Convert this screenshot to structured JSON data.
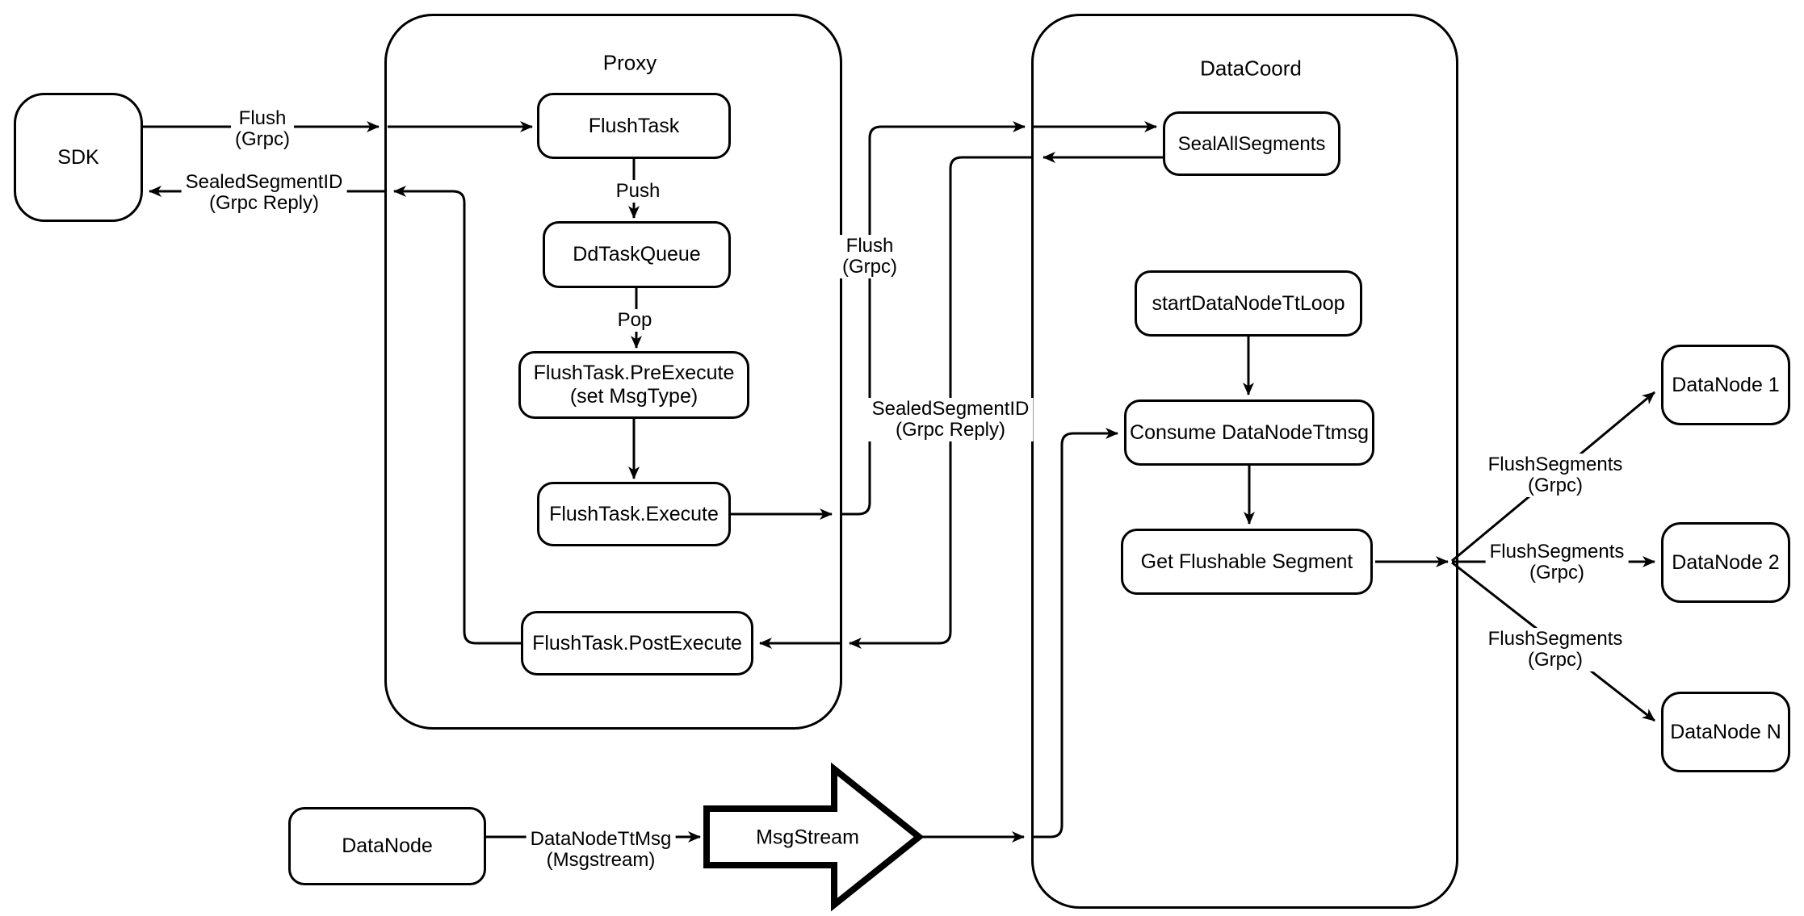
{
  "containers": {
    "proxy": "Proxy",
    "datacoord": "DataCoord"
  },
  "nodes": {
    "sdk": "SDK",
    "flush_task": "FlushTask",
    "dd_task_queue": "DdTaskQueue",
    "pre_execute_line1": "FlushTask.PreExecute",
    "pre_execute_line2": "(set MsgType)",
    "execute": "FlushTask.Execute",
    "post_execute": "FlushTask.PostExecute",
    "seal_all_segments": "SealAllSegments",
    "start_datanode_tt_loop": "startDataNodeTtLoop",
    "consume_datanode_ttmsg": "Consume DataNodeTtmsg",
    "get_flushable_segment": "Get Flushable Segment",
    "datanode_1": "DataNode 1",
    "datanode_2": "DataNode 2",
    "datanode_n": "DataNode N",
    "datanode": "DataNode",
    "msgstream": "MsgStream"
  },
  "edge_labels": {
    "flush_sdk": {
      "line1": "Flush",
      "line2": "(Grpc)"
    },
    "sealed_sdk": {
      "line1": "SealedSegmentID",
      "line2": "(Grpc Reply)"
    },
    "push": "Push",
    "pop": "Pop",
    "flush_mid": {
      "line1": "Flush",
      "line2": "(Grpc)"
    },
    "sealed_mid": {
      "line1": "SealedSegmentID",
      "line2": "(Grpc Reply)"
    },
    "datanode_ttmsg": {
      "line1": "DataNodeTtMsg",
      "line2": "(Msgstream)"
    },
    "flush_segments_1": {
      "line1": "FlushSegments",
      "line2": "(Grpc)"
    },
    "flush_segments_2": {
      "line1": "FlushSegments",
      "line2": "(Grpc)"
    },
    "flush_segments_3": {
      "line1": "FlushSegments",
      "line2": "(Grpc)"
    }
  },
  "colors": {
    "stroke": "#000000",
    "background": "#ffffff"
  }
}
